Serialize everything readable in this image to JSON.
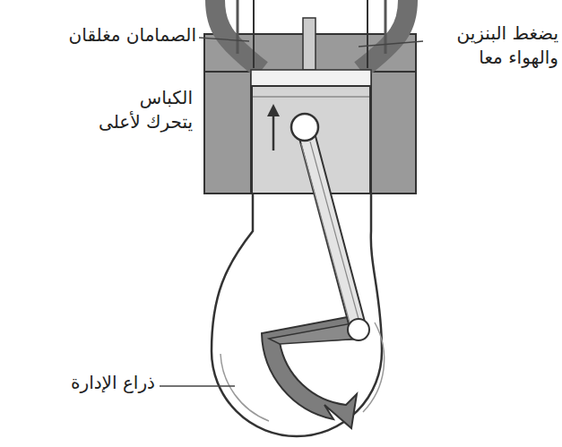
{
  "diagram": {
    "labels": [
      "الصمامان مغلقان",
      "يضغط البنزين والهواء معا",
      "الكباس يتحرك لأعلى",
      "ذراع الإدارة"
    ]
  }
}
